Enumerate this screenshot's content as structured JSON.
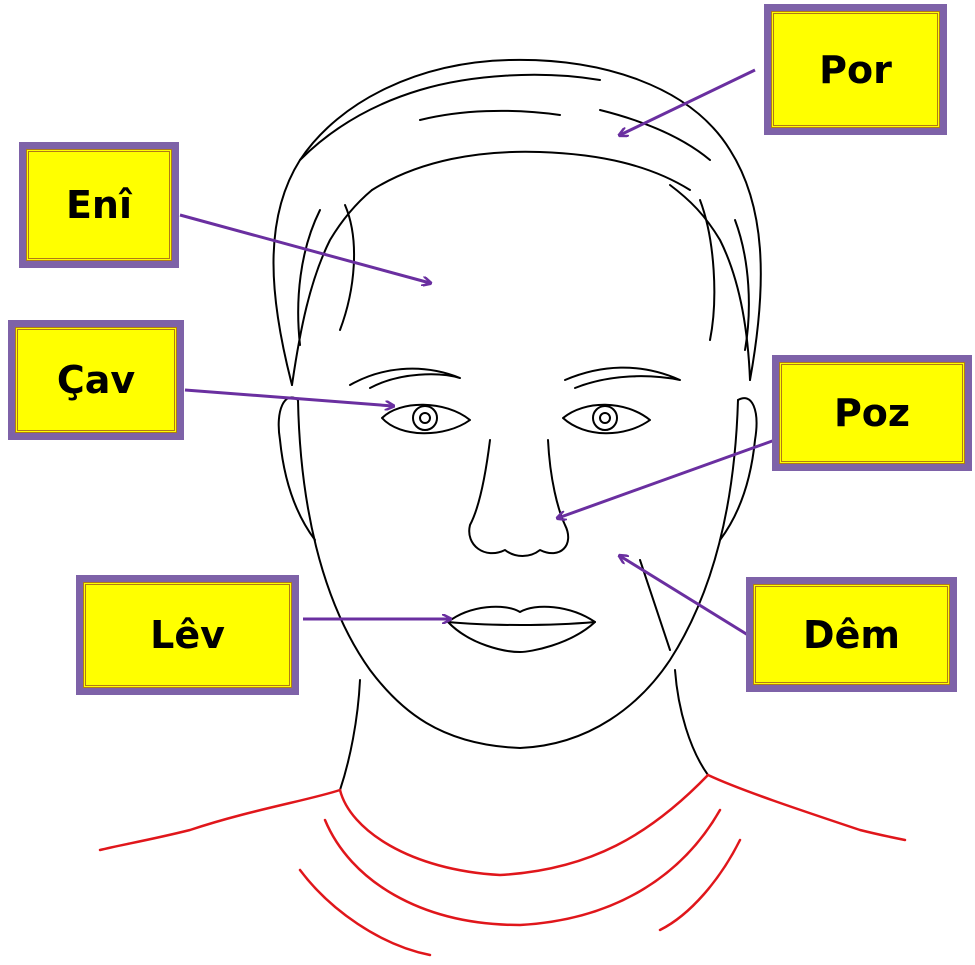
{
  "labels": {
    "hair": "Por",
    "forehead": "Enî",
    "eye": "Çav",
    "nose": "Poz",
    "lips": "Lêv",
    "cheek": "Dêm"
  },
  "colors": {
    "arrow": "#6a2fa0",
    "box_border": "#7e62a8",
    "box_fill": "#ffff00",
    "face_line": "#000000",
    "shirt_line": "#e0161b"
  }
}
